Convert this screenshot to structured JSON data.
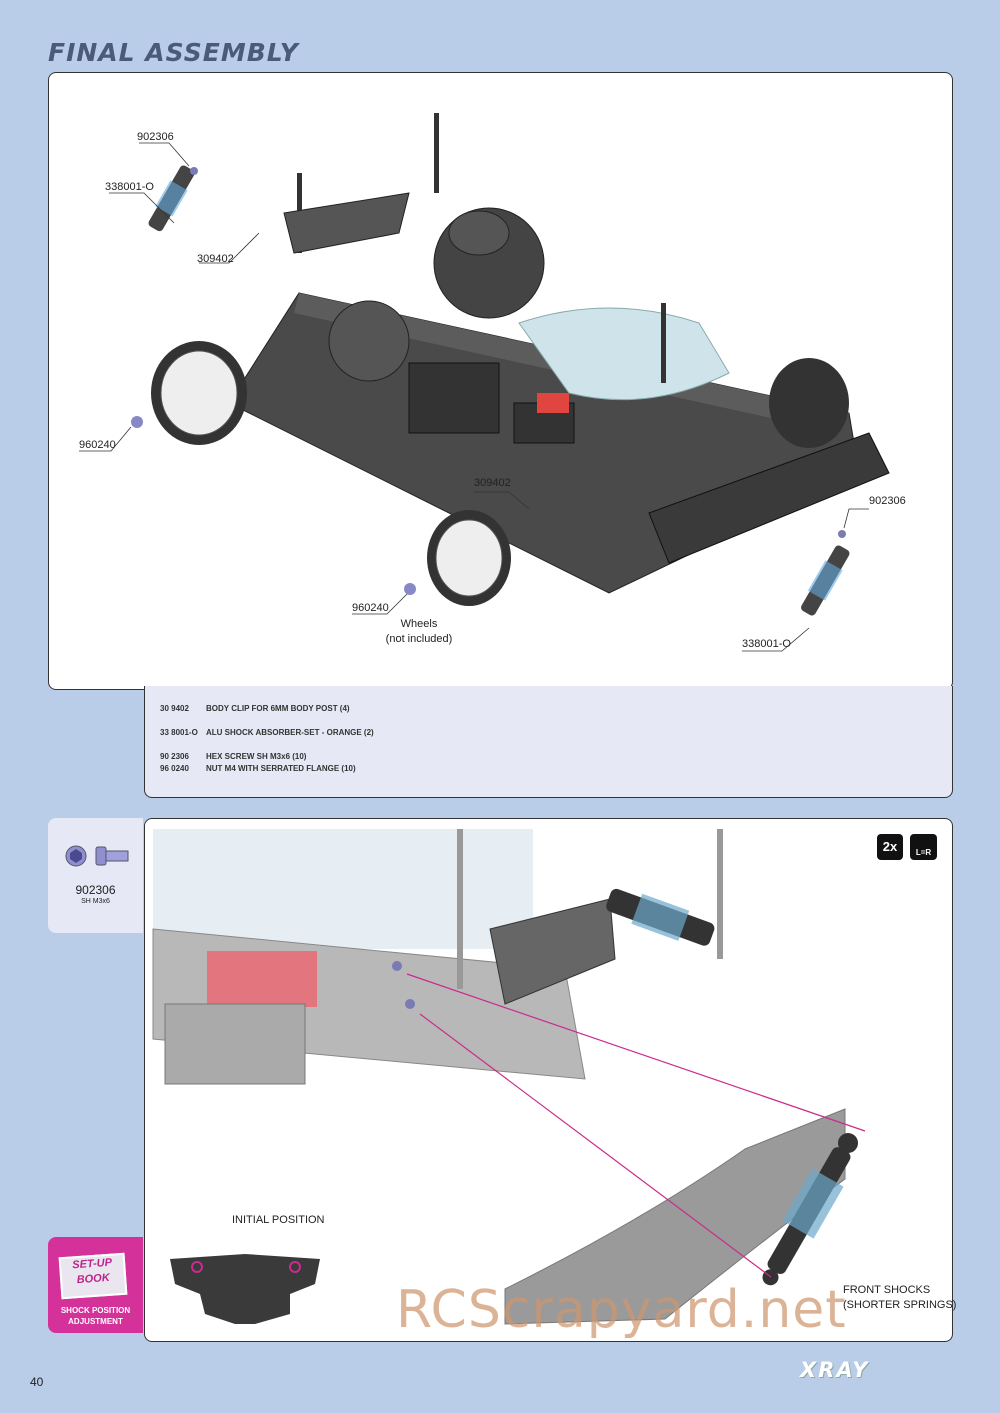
{
  "title": "FINAL ASSEMBLY",
  "top_callouts": {
    "a": "902306",
    "b": "338001-O",
    "c": "309402",
    "d": "960240",
    "e": "309402",
    "f": "902306",
    "g": "960240",
    "wheels_1": "Wheels",
    "wheels_2": "(not included)",
    "h": "338001-O"
  },
  "parts": [
    {
      "code": "30 9402",
      "desc": "BODY CLIP FOR 6MM BODY POST (4)"
    },
    {
      "code": "33 8001-O",
      "desc": "ALU SHOCK ABSORBER-SET - ORANGE (2)"
    },
    {
      "code": "90 2306",
      "desc": "HEX SCREW SH M3x6  (10)"
    },
    {
      "code": "96 0240",
      "desc": "NUT M4 WITH SERRATED FLANGE  (10)"
    }
  ],
  "hardware": {
    "code": "902306",
    "desc": "SH M3x6",
    "icon": "hex-screw-icon"
  },
  "badges": {
    "count": "2x",
    "lr": "L=R"
  },
  "bottom_labels": {
    "initial": "INITIAL POSITION",
    "front_1": "FRONT SHOCKS",
    "front_2": "(SHORTER SPRINGS)"
  },
  "setup": {
    "book_1": "SET-UP",
    "book_2": "BOOK",
    "caption_1": "SHOCK POSITION",
    "caption_2": "ADJUSTMENT"
  },
  "page_number": "40",
  "brand": "XRAY",
  "watermark": "RCScrapyard.net",
  "colors": {
    "background": "#b9cde9",
    "panel": "#ffffff",
    "accent": "#d4329a",
    "parts_bg": "#e6e9f5"
  }
}
